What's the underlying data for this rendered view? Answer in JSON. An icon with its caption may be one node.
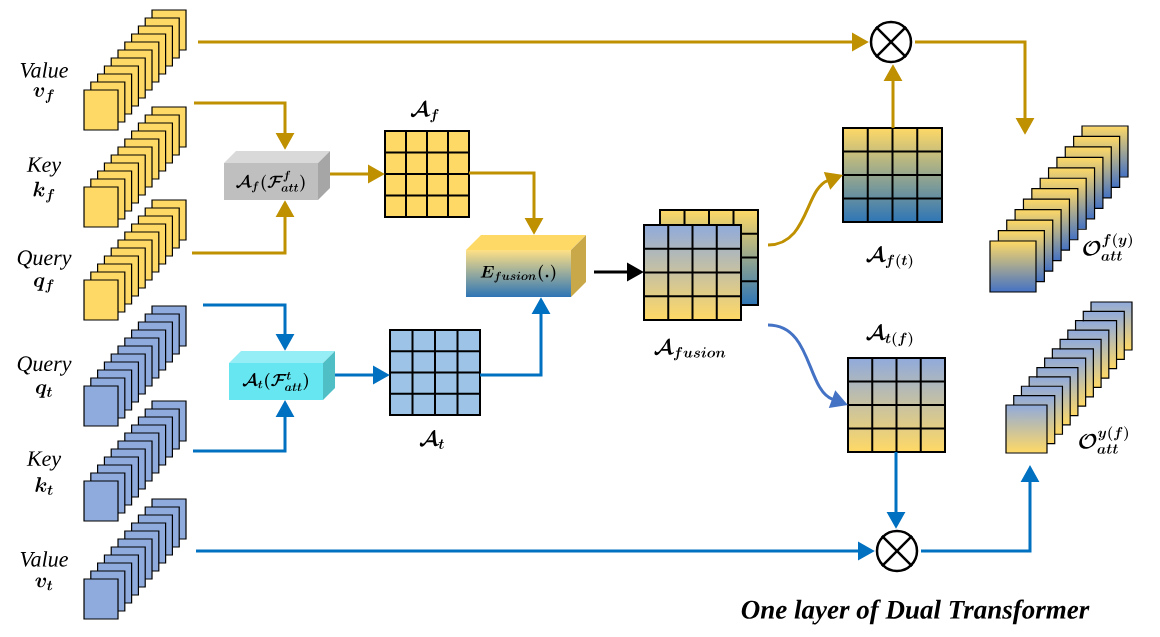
{
  "diagram": {
    "caption": "One layer of Dual Transformer",
    "nodes": [
      {
        "text": [
          "Value",
          "\\boldsymbol{v_f}"
        ]
      },
      {
        "text": [
          "Key",
          "\\boldsymbol{k_f}"
        ]
      },
      {
        "text": [
          "Query",
          "\\boldsymbol{q_f}"
        ]
      },
      {
        "text": [
          "Query",
          "\\boldsymbol{q_t}"
        ]
      },
      {
        "text": [
          "Key",
          "\\boldsymbol{k_t}"
        ]
      },
      {
        "text": [
          "Value",
          "\\boldsymbol{v_t}"
        ]
      },
      {
        "text": [
          "\\boldsymbol{\\mathcal{A}_f(\\mathcal{F}^f_{att})}"
        ]
      },
      {
        "text": [
          "\\boldsymbol{\\mathcal{A}_t(\\mathcal{F}^t_{att})}"
        ]
      },
      {
        "text": [
          "\\boldsymbol{\\mathcal{A}_f}"
        ]
      },
      {
        "text": [
          "\\boldsymbol{\\mathcal{A}_t}"
        ]
      },
      {
        "text": [
          "\\boldsymbol{E_{fusion}(.)}"
        ]
      },
      {
        "text": [
          "\\boldsymbol{\\mathcal{A}_{fusion}}"
        ]
      },
      {
        "text": [
          "\\boldsymbol{\\mathcal{A}_{f(t)}}"
        ]
      },
      {
        "text": [
          "\\boldsymbol{\\mathcal{A}_{t(f)}}"
        ]
      },
      {
        "text": [],
        "shape": "circle"
      },
      {
        "text": [],
        "shape": "circle"
      },
      {
        "text": [
          "\\boldsymbol{\\mathcal{O}^{f(y)}_{att}}"
        ]
      },
      {
        "text": [
          "\\boldsymbol{\\mathcal{O}^{y(f)}_{att}}"
        ]
      }
    ],
    "edges": [
      {
        "from": 0,
        "to": 14,
        "arrow": "to"
      },
      {
        "from": 1,
        "to": 6,
        "arrow": "to"
      },
      {
        "from": 2,
        "to": 6,
        "arrow": "to"
      },
      {
        "from": 6,
        "to": 8,
        "arrow": "to"
      },
      {
        "from": 8,
        "to": 10,
        "arrow": "to"
      },
      {
        "from": 3,
        "to": 7,
        "arrow": "to",
        "color": "#0070c0"
      },
      {
        "from": 4,
        "to": 7,
        "arrow": "to",
        "color": "#0070c0"
      },
      {
        "from": 7,
        "to": 9,
        "arrow": "to",
        "color": "#0070c0"
      },
      {
        "from": 9,
        "to": 10,
        "arrow": "to",
        "color": "#0070c0"
      },
      {
        "from": 10,
        "to": 11,
        "arrow": "to",
        "color": "#000000"
      },
      {
        "from": 11,
        "to": 12,
        "arrow": "to"
      },
      {
        "from": 11,
        "to": 13,
        "arrow": "to",
        "color": "#4472c4"
      },
      {
        "from": 12,
        "to": 14,
        "arrow": "to"
      },
      {
        "from": 14,
        "to": 16,
        "arrow": "to"
      },
      {
        "from": 5,
        "to": 15,
        "arrow": "to",
        "color": "#0070c0"
      },
      {
        "from": 13,
        "to": 15,
        "arrow": "to",
        "color": "#0070c0"
      },
      {
        "from": 15,
        "to": 17,
        "arrow": "to",
        "color": "#0070c0"
      }
    ]
  }
}
